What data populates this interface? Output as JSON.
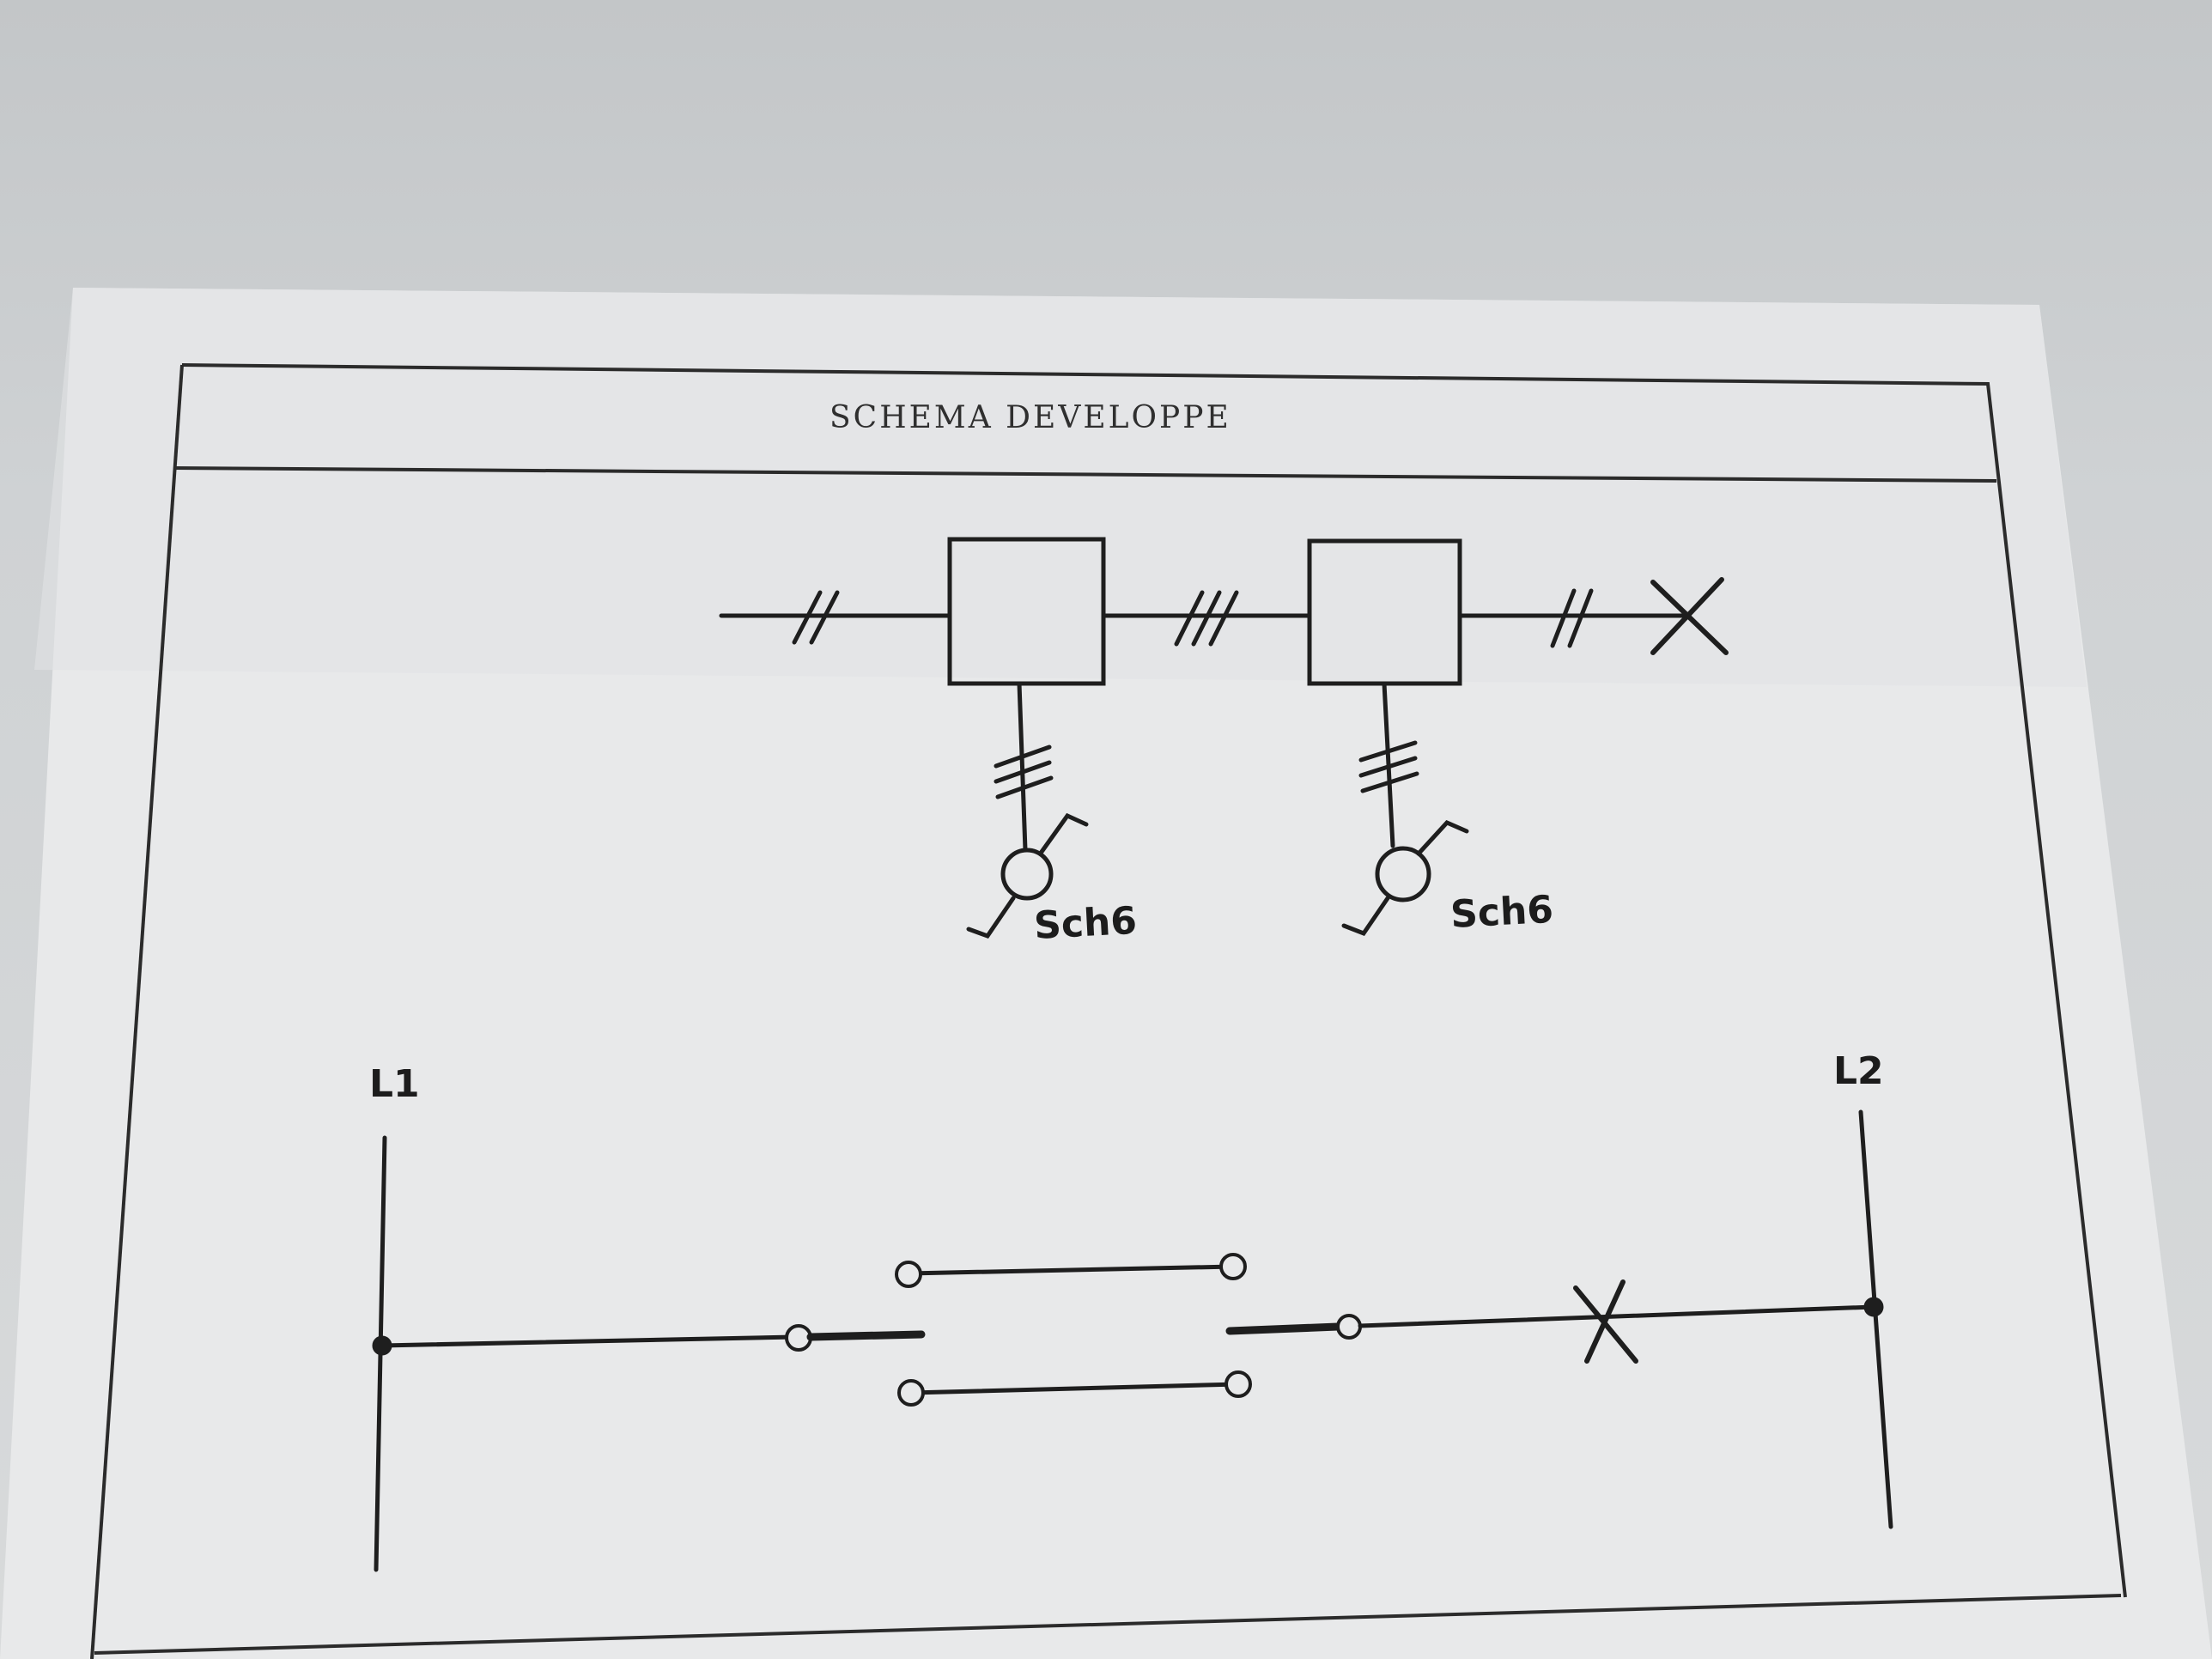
{
  "sheet": {
    "title": "SCHEMA DEVELOPPE"
  },
  "diagram": {
    "single_line": {
      "sensor_label_1": "Sch6",
      "sensor_label_2": "Sch6"
    },
    "developed": {
      "line_1_label": "L1",
      "line_2_label": "L2"
    }
  },
  "colors": {
    "ink": "#1c1c1c",
    "paper": "#e9eaeb",
    "background": "#c8cbcd"
  }
}
